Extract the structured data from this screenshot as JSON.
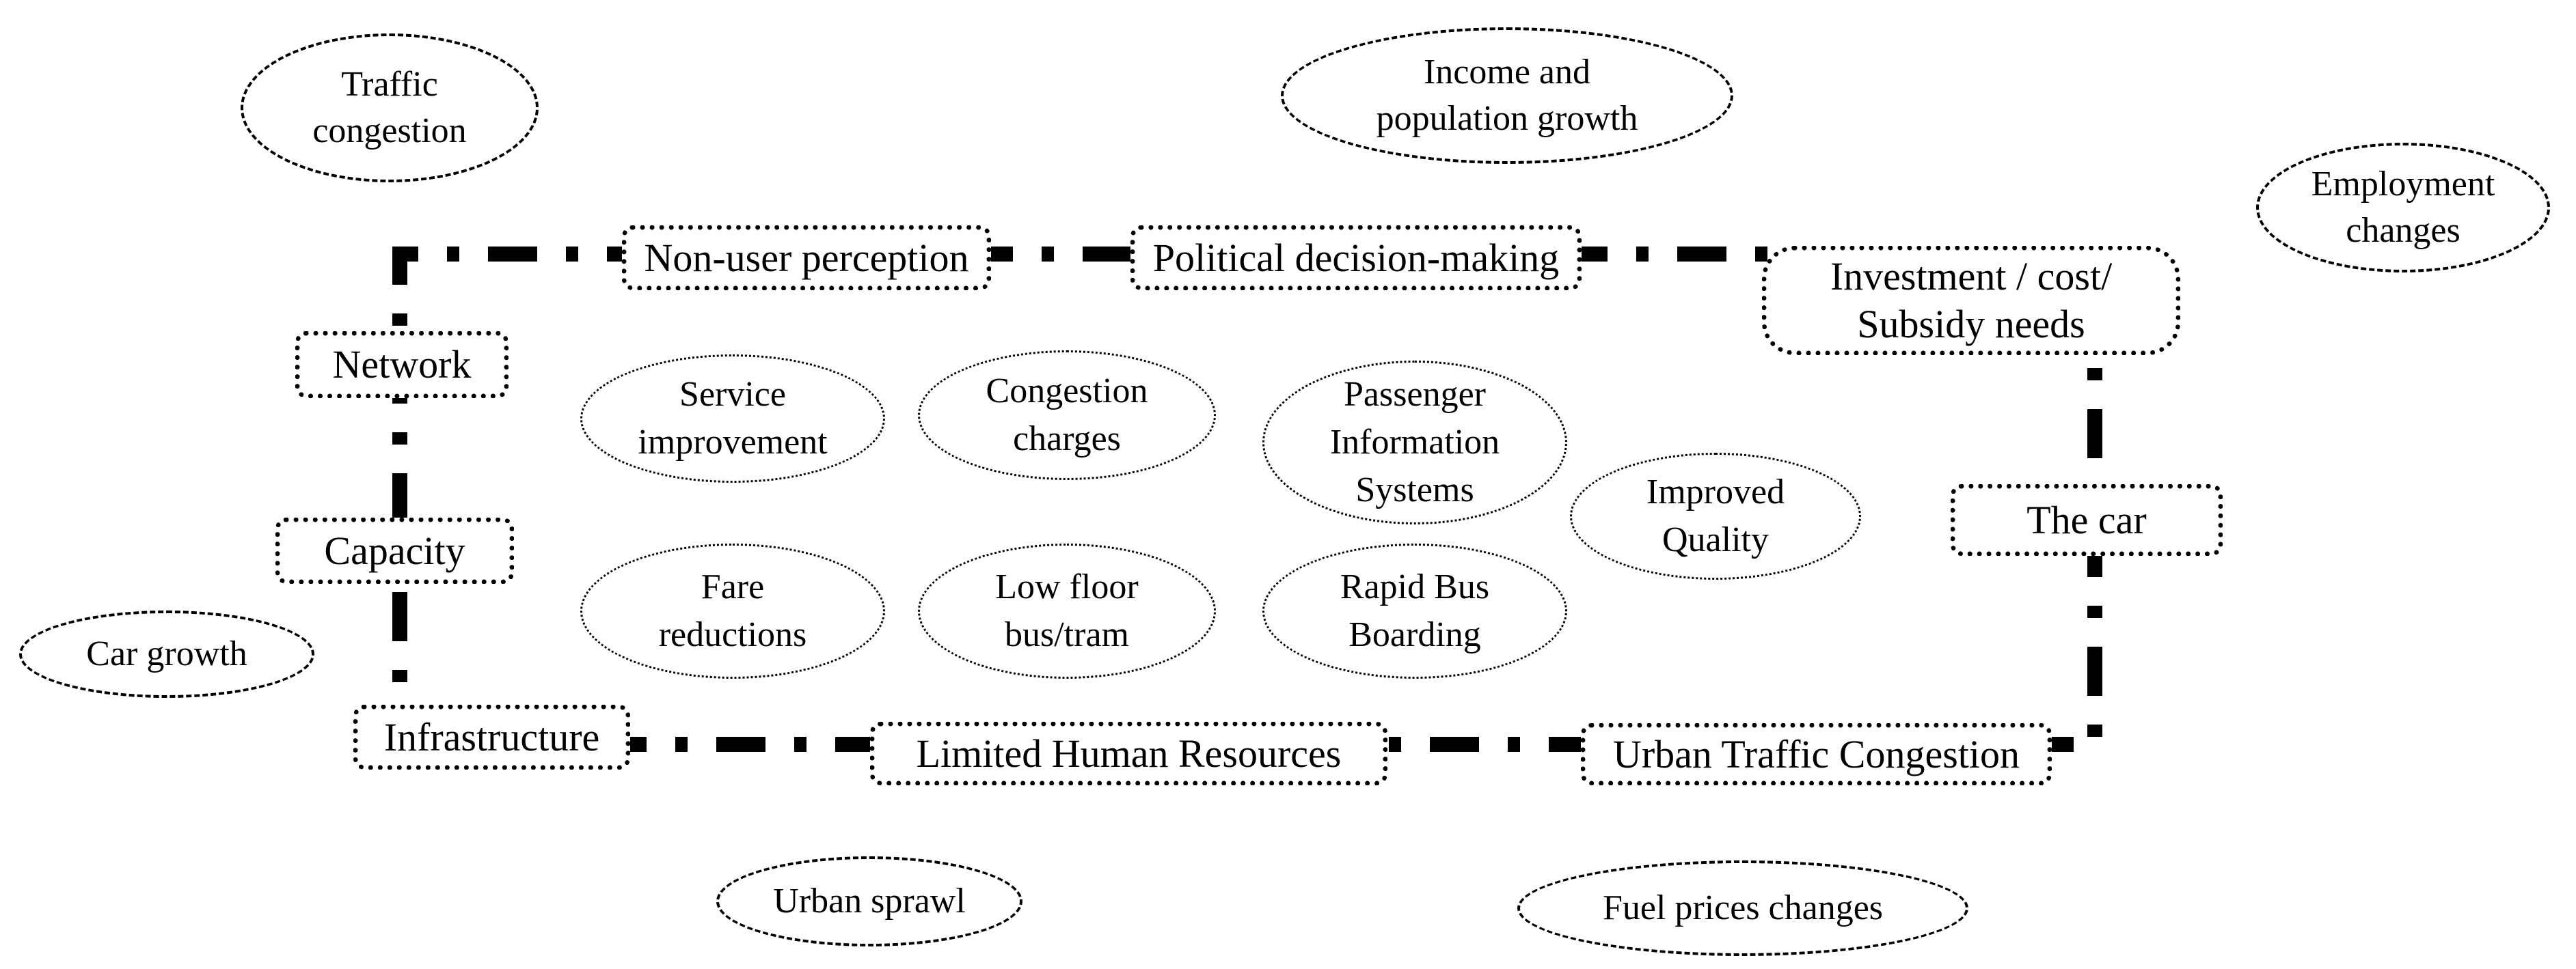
{
  "diagram": {
    "description": "Causal loop diagram of urban public transport system factors",
    "colors": {
      "ink": "#000000",
      "background": "#ffffff"
    },
    "external_factors": [
      {
        "id": "traffic-congestion",
        "label": "Traffic congestion"
      },
      {
        "id": "income-population-growth",
        "label": "Income and population growth"
      },
      {
        "id": "employment-changes",
        "label": "Employment changes"
      },
      {
        "id": "car-growth",
        "label": "Car growth"
      },
      {
        "id": "urban-sprawl",
        "label": "Urban sprawl"
      },
      {
        "id": "fuel-prices-changes",
        "label": "Fuel prices changes"
      }
    ],
    "system_elements": [
      {
        "id": "non-user-perception",
        "label": "Non-user perception"
      },
      {
        "id": "political-decision-making",
        "label": "Political decision-making"
      },
      {
        "id": "investment-cost-subsidy-needs",
        "label": "Investment / cost/ Subsidy needs"
      },
      {
        "id": "network",
        "label": "Network"
      },
      {
        "id": "capacity",
        "label": "Capacity"
      },
      {
        "id": "the-car",
        "label": "The car"
      },
      {
        "id": "infrastructure",
        "label": "Infrastructure"
      },
      {
        "id": "limited-human-resources",
        "label": "Limited Human Resources"
      },
      {
        "id": "urban-traffic-congestion",
        "label": "Urban Traffic Congestion"
      }
    ],
    "measures": [
      {
        "id": "service-improvement",
        "label": "Service improvement"
      },
      {
        "id": "congestion-charges",
        "label": "Congestion charges"
      },
      {
        "id": "passenger-information-systems",
        "label": "Passenger Information Systems"
      },
      {
        "id": "improved-quality",
        "label": "Improved Quality"
      },
      {
        "id": "fare-reductions",
        "label": "Fare reductions"
      },
      {
        "id": "low-floor-bus-tram",
        "label": "Low floor bus/tram"
      },
      {
        "id": "rapid-bus-boarding",
        "label": "Rapid Bus Boarding"
      }
    ]
  }
}
